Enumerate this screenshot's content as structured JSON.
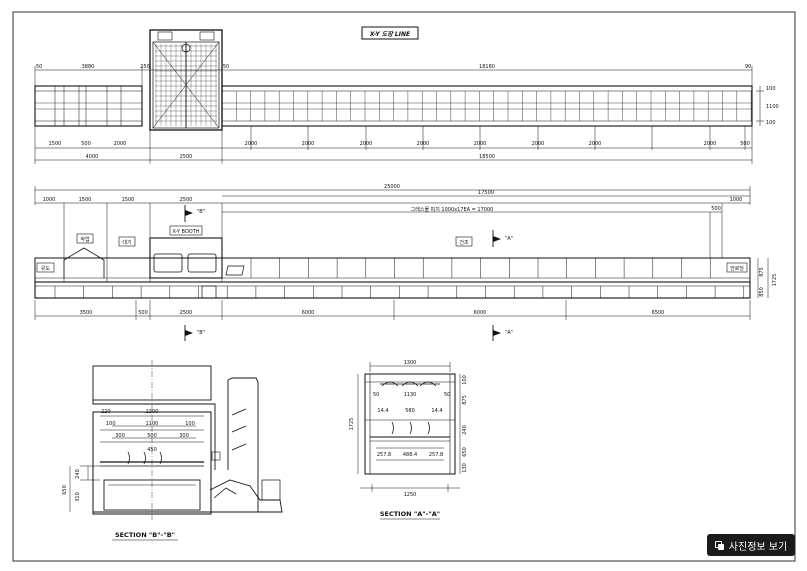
{
  "drawing": {
    "title": "X-Y 도장 LINE",
    "plan": {
      "top_dims": [
        "50",
        "3880",
        "250",
        "50",
        "18180",
        "90"
      ],
      "right_dims": [
        "100",
        "1100",
        "100"
      ],
      "bottom_dims_1": [
        "1500",
        "500",
        "2000",
        "2000",
        "2000",
        "2000",
        "2000",
        "2000",
        "2000",
        "2000",
        "2000",
        "500"
      ],
      "bottom_dims_2": [
        "4000",
        "2500",
        "18500"
      ]
    },
    "elevation": {
      "overall": "25000",
      "sub_span": "17500",
      "top_dims": [
        "1000",
        "1500",
        "1500",
        "2500",
        "500",
        "1000"
      ],
      "conveyor_note": "그레스물 피치 1000x17EA = 17000",
      "labels": {
        "a": "유도",
        "b": "작업",
        "c": "대기",
        "d": "X-Y BOOTH",
        "e": "건조",
        "f": "언로딩"
      },
      "right_dims": [
        "875",
        "850",
        "1725"
      ],
      "bottom_dims": [
        "3500",
        "500",
        "2500",
        "6000",
        "6000",
        "6500"
      ],
      "section_marks": [
        "\"B\"",
        "\"A\"",
        "\"B\"",
        "\"A\""
      ]
    },
    "section_b": {
      "title": "SECTION \"B\"-\"B\"",
      "dims": [
        "220",
        "1300",
        "100",
        "1100",
        "100",
        "300",
        "500",
        "300",
        "450",
        "240",
        "310",
        "650"
      ]
    },
    "section_a": {
      "title": "SECTION \"A\"-\"A\"",
      "dims": [
        "1300",
        "50",
        "1130",
        "50",
        "14.4",
        "580",
        "14.4",
        "257.8",
        "488.4",
        "257.8",
        "1250",
        "1725",
        "100",
        "875",
        "240",
        "650",
        "130"
      ]
    }
  },
  "actions": {
    "photo_info_label": "사진정보 보기"
  }
}
